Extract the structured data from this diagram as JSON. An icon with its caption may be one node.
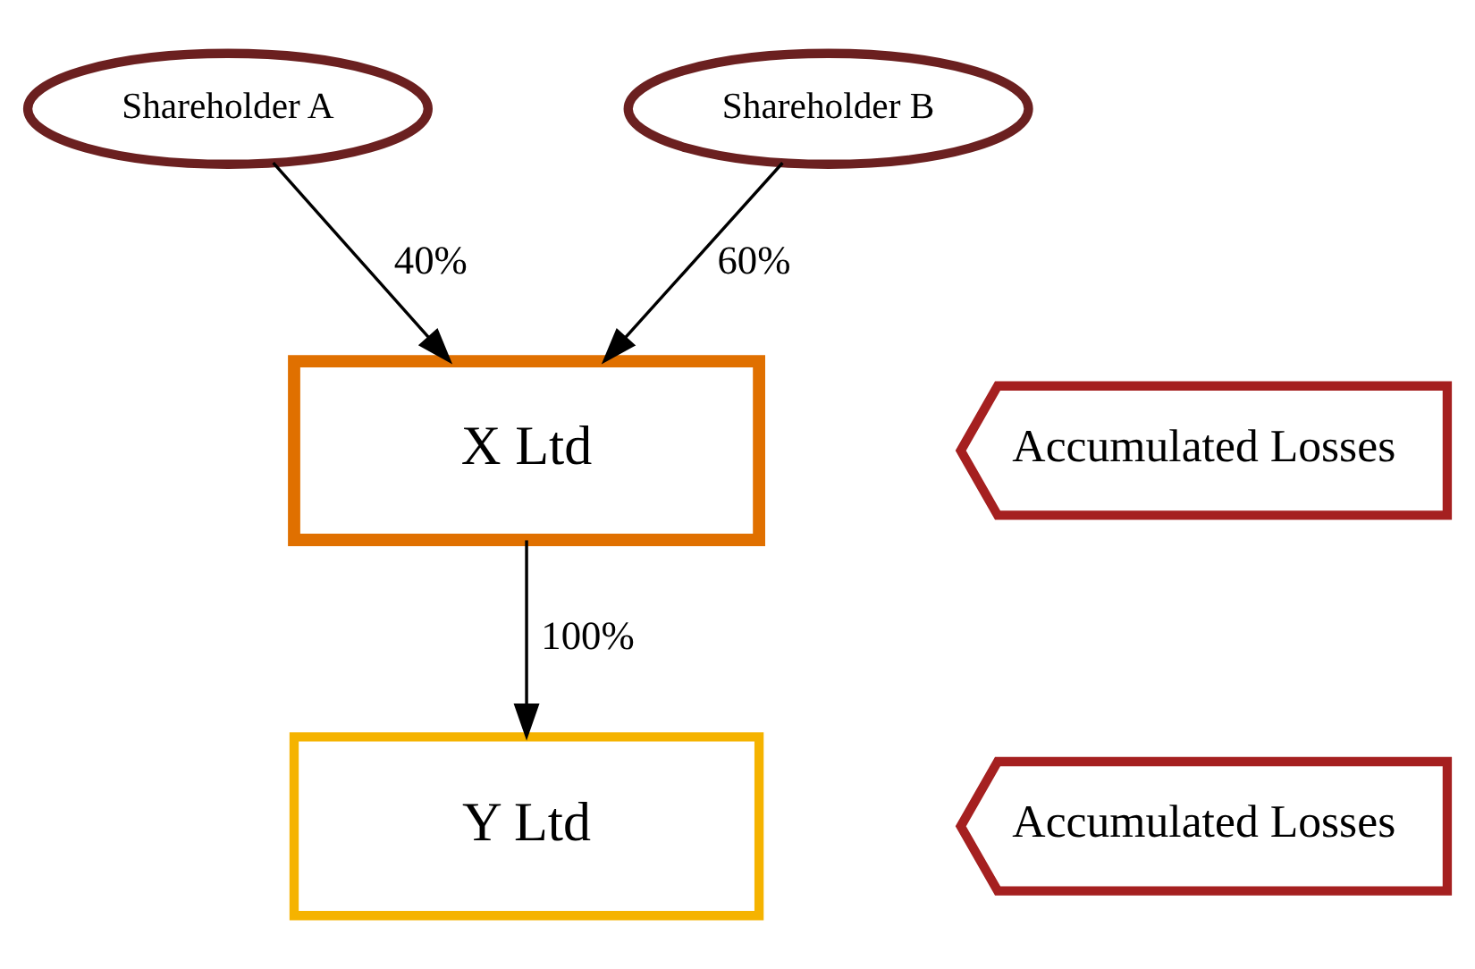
{
  "diagram": {
    "nodes": [
      {
        "text": [
          "Shareholder A"
        ]
      },
      {
        "text": [
          "Shareholder B"
        ]
      },
      {
        "text": [
          "X Ltd"
        ]
      },
      {
        "text": [
          "Y Ltd"
        ]
      },
      {
        "text": [
          "Accumulated Losses"
        ]
      },
      {
        "text": [
          "Accumulated Losses"
        ]
      }
    ],
    "edges": [
      {
        "from": 0,
        "to": 2,
        "arrow": "to",
        "label": "40%"
      },
      {
        "from": 1,
        "to": 2,
        "arrow": "to",
        "label": "60%"
      },
      {
        "from": 2,
        "to": 3,
        "arrow": "to",
        "label": "100%"
      }
    ]
  }
}
